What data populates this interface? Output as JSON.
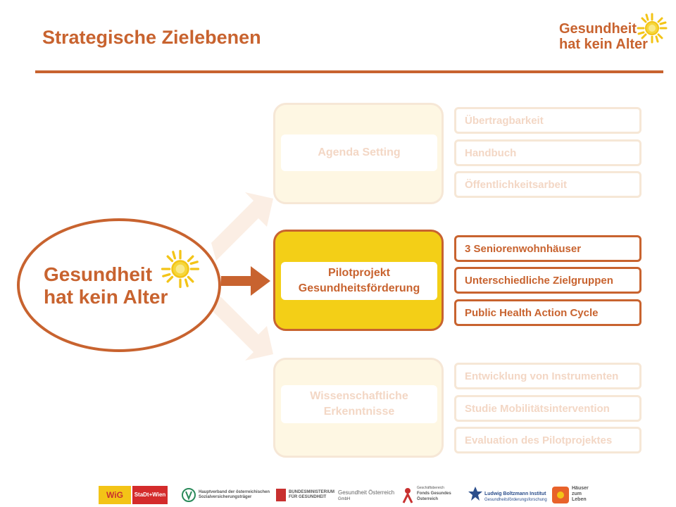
{
  "title": "Strategische Zielebenen",
  "brand": {
    "line1": "Gesundheit",
    "line2": "hat kein Alter"
  },
  "colors": {
    "accent": "#c8632f",
    "yellow": "#f3cf17",
    "faded_fill": "#fef7e3",
    "faded_border": "#f6e7d6",
    "faded_text": "#f3d7c5"
  },
  "icons": {
    "sun": "sun-icon",
    "arrow": "arrow-right-icon"
  },
  "tiers": [
    {
      "label": "Agenda Setting",
      "state": "faded",
      "goals": [
        "Übertragbarkeit",
        "Handbuch",
        "Öffentlichkeitsarbeit"
      ]
    },
    {
      "label_line1": "Pilotprojekt",
      "label_line2": "Gesundheitsförderung",
      "state": "active",
      "goals": [
        "3 Seniorenwohnhäuser",
        "Unterschiedliche Zielgruppen",
        "Public Health Action Cycle"
      ]
    },
    {
      "label_line1": "Wissenschaftliche",
      "label_line2": "Erkenntnisse",
      "state": "faded",
      "goals": [
        "Entwicklung von Instrumenten",
        "Studie Mobilitätsintervention",
        "Evaluation des Pilotprojektes"
      ]
    }
  ],
  "sponsors": [
    {
      "name": "WiG",
      "extra": "StaDt+Wien"
    },
    {
      "line1": "Hauptverband der österreichischen",
      "line2": "Sozialversicherungsträger"
    },
    {
      "line1": "BUNDESMINISTERIUM",
      "line2": "FÜR GESUNDHEIT"
    },
    {
      "line1": "Gesundheit Österreich",
      "line2": "GmbH"
    },
    {
      "line0": "Geschäftsbereich",
      "line1": "Fonds Gesundes",
      "line2": "Österreich"
    },
    {
      "line1": "Ludwig Boltzmann Institut",
      "line2": "Gesundheitsförderungsforschung"
    },
    {
      "line1": "Häuser",
      "line2": "zum",
      "line3": "Leben"
    }
  ]
}
